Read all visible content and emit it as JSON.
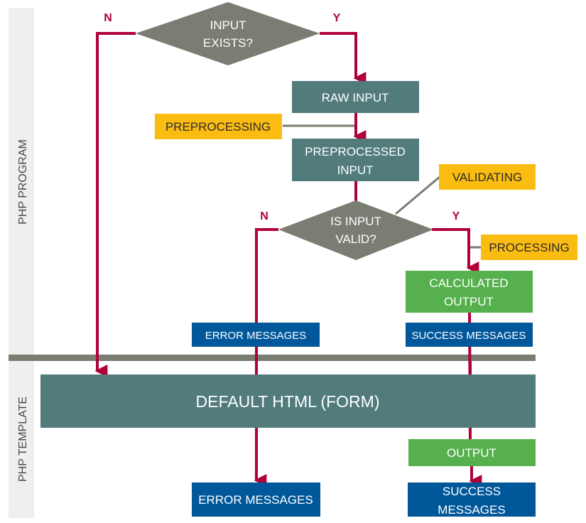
{
  "colors": {
    "decision": "#7a7d72",
    "process": "#527b7c",
    "annotation": "#fbbc12",
    "output": "#55b04d",
    "message": "#00579a",
    "flow": "#b0003a",
    "lane": "#efefef",
    "divider": "#7a7d72"
  },
  "lanes": {
    "top": "PHP PROGRAM",
    "bottom": "PHP TEMPLATE"
  },
  "decisions": {
    "input_exists": [
      "INPUT",
      "EXISTS?"
    ],
    "input_valid": [
      "IS INPUT",
      "VALID?"
    ]
  },
  "branch_labels": {
    "no": "N",
    "yes": "Y"
  },
  "process": {
    "raw_input": "RAW INPUT",
    "preprocessed_input": [
      "PREPROCESSED",
      "INPUT"
    ],
    "default_html": "DEFAULT HTML (FORM)"
  },
  "annotations": {
    "preprocessing": "PREPROCESSING",
    "validating": "VALIDATING",
    "processing": "PROCESSING"
  },
  "outputs": {
    "calculated_output": [
      "CALCULATED",
      "OUTPUT"
    ],
    "output": "OUTPUT"
  },
  "messages": {
    "error_program": "ERROR MESSAGES",
    "success_program": "SUCCESS MESSAGES",
    "error_template": "ERROR MESSAGES",
    "success_template": [
      "SUCCESS",
      "MESSAGES"
    ]
  }
}
